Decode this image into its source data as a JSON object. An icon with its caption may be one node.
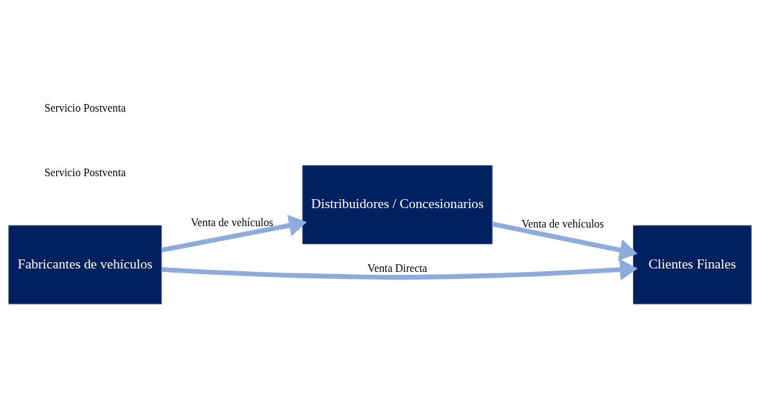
{
  "diagram": {
    "nodes": [
      {
        "text": [
          "Distribuidores / Concesionarios"
        ]
      },
      {
        "text": [
          "Fabricantes de vehículos"
        ]
      },
      {
        "text": [
          "Clientes Finales"
        ]
      }
    ],
    "edges": [
      {
        "from": 1,
        "to": 0,
        "arrow": "to",
        "label": "Venta de vehículos"
      },
      {
        "from": 0,
        "to": 2,
        "arrow": "to",
        "label": "Venta de vehículos"
      },
      {
        "from": 1,
        "to": 2,
        "arrow": "to",
        "label": "Venta Directa"
      }
    ],
    "labels": [
      "Servicio Postventa",
      "Servicio Postventa"
    ]
  }
}
